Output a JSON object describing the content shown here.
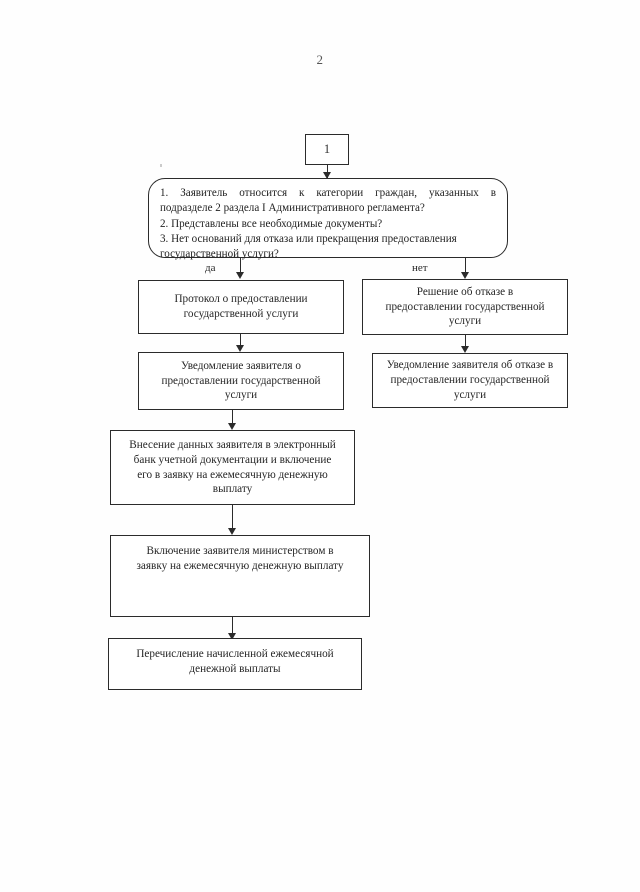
{
  "page": {
    "number": "2"
  },
  "flowchart": {
    "start": {
      "label": "1"
    },
    "decision": {
      "lines": [
        "1. Заявитель относится к категории граждан, указанных в",
        "подразделе 2 раздела I Административного регламента?",
        "2. Представлены все необходимые документы?",
        "3. Нет оснований для отказа или прекращения предоставления",
        "государственной услуги?"
      ]
    },
    "branches": {
      "yes_label": "да",
      "no_label": "нет"
    },
    "nodes": {
      "protocol": "Протокол о предоставлении\nгосударственной услуги",
      "refusal_decision": "Решение об отказе в\nпредоставлении государственной\nуслуги",
      "notify_grant": "Уведомление заявителя о\nпредоставлении государственной\nуслуги",
      "notify_refusal": "Уведомление заявителя об отказе в\nпредоставлении государственной\nуслуги",
      "enter_data": "Внесение данных заявителя в электронный\nбанк учетной документации и включение\nего в заявку на ежемесячную денежную\nвыплату",
      "ministry_include": "Включение заявителя  министерством в\nзаявку на ежемесячную денежную выплату",
      "transfer_payment": "Перечисление начисленной  ежемесячной\nденежной выплаты"
    }
  }
}
